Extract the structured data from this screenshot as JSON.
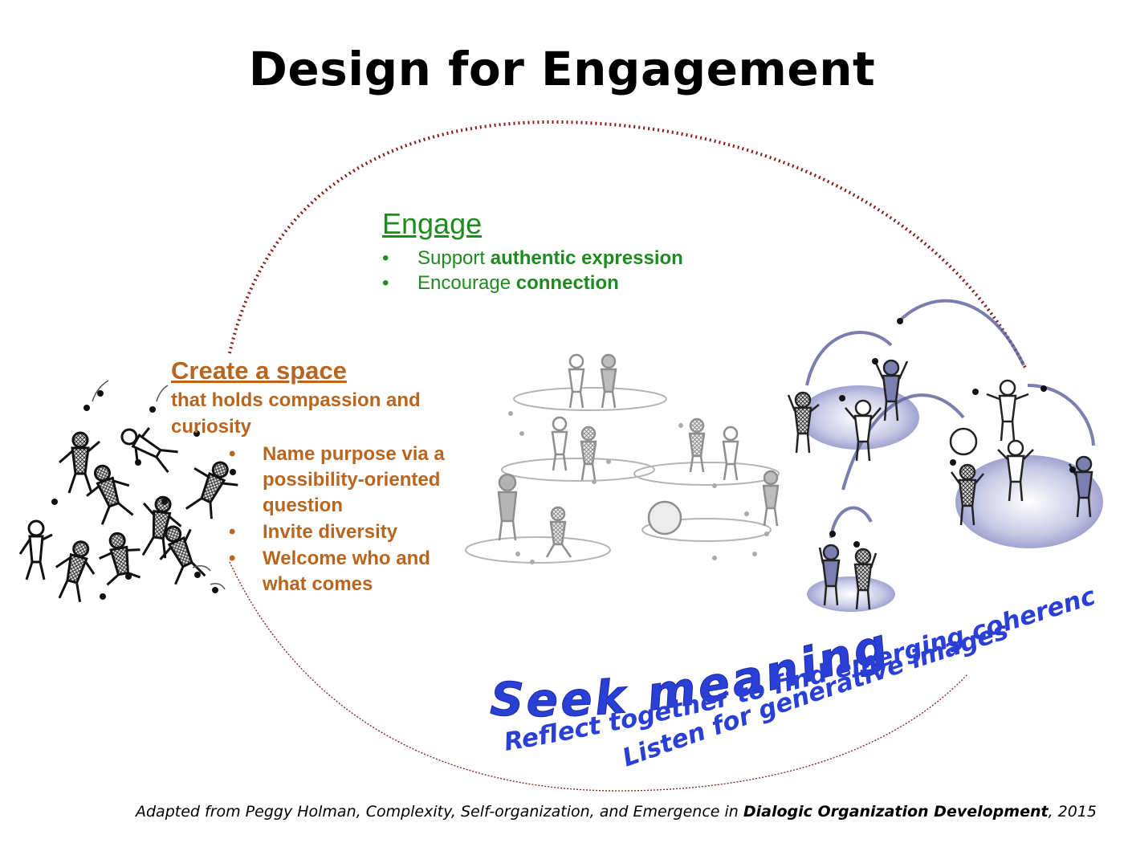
{
  "title": "Design for Engagement",
  "engage": {
    "heading": "Engage",
    "items": [
      {
        "plain": "Support ",
        "bold": "authentic expression"
      },
      {
        "plain": "Encourage ",
        "bold": "connection"
      }
    ],
    "color": "#1f8a1f"
  },
  "create_space": {
    "heading": "Create a space",
    "subtitle": "that holds compassion and curiosity",
    "items": [
      "Name purpose via a possibility-oriented question",
      "Invite diversity",
      "Welcome who and what comes"
    ],
    "color": "#b8651f"
  },
  "seek_meaning": {
    "heading": "Seek meaning",
    "line1": "Reflect together to find emerging coherence",
    "line2": "Listen for generative images",
    "color": "#2a3fd6"
  },
  "citation": {
    "prefix": "Adapted from Peggy Holman, Complexity, Self-organization, and Emergence in ",
    "book": "Dialogic Organization Development",
    "suffix": ", 2015"
  },
  "icons": [
    "chaos-figures-illustration",
    "circle-conversation-figures-illustration",
    "juggling-figures-illustration"
  ],
  "cycle_color": "#8b1a1a"
}
